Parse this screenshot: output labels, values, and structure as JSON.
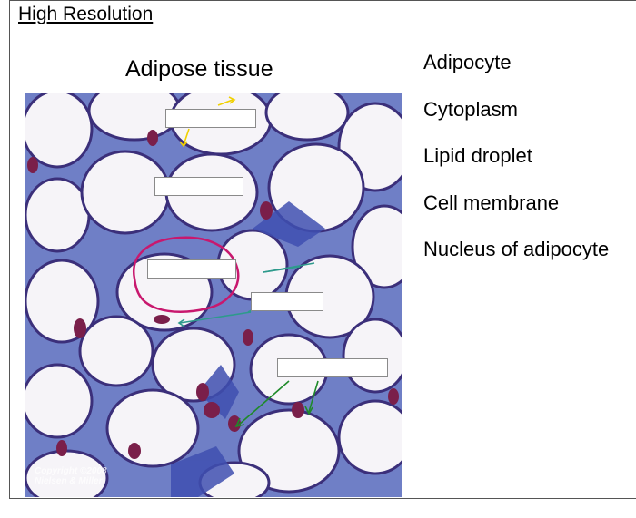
{
  "slide": {
    "title": "High Resolution",
    "micrograph_title": "Adipose tissue",
    "copyright_line1": "Copyright ©2008",
    "copyright_line2": "Nielsen & Miller"
  },
  "label_bank": [
    "Adipocyte",
    "Cytoplasm",
    "Lipid droplet",
    "Cell membrane",
    "Nucleus of adipocyte"
  ],
  "colors": {
    "background_stain": "#6f7fc6",
    "cell_interior": "#f6f4f8",
    "membrane": "#3b2f7a",
    "nucleus": "#7a1f4a",
    "highlight_outline": "#c8186e",
    "arrow_yellow": "#f0d000",
    "arrow_teal": "#2e9a8c",
    "arrow_green": "#1f8a2a"
  }
}
